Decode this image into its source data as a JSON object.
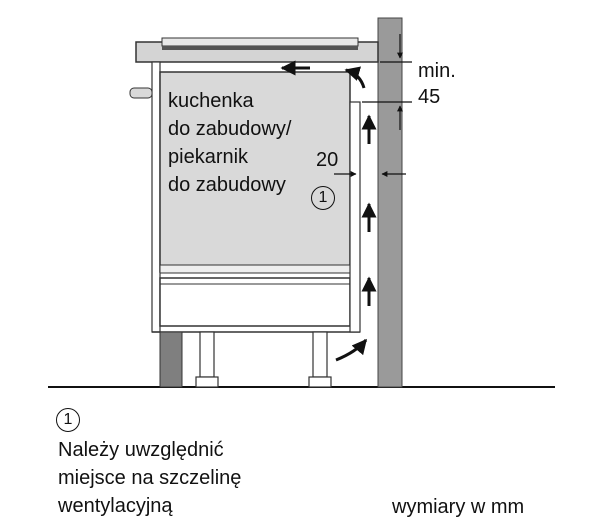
{
  "appliance_label": [
    "kuchenka",
    "do zabudowy/",
    "piekarnik",
    "do zabudowy"
  ],
  "gap_value": "20",
  "min_label": "min.",
  "min_value": "45",
  "callout_marker": "1",
  "legend": {
    "marker": "1",
    "lines": [
      "Należy uwzględnić",
      "miejsce na szczelinę",
      "wentylacyjną"
    ]
  },
  "units_note": "wymiary w mm"
}
